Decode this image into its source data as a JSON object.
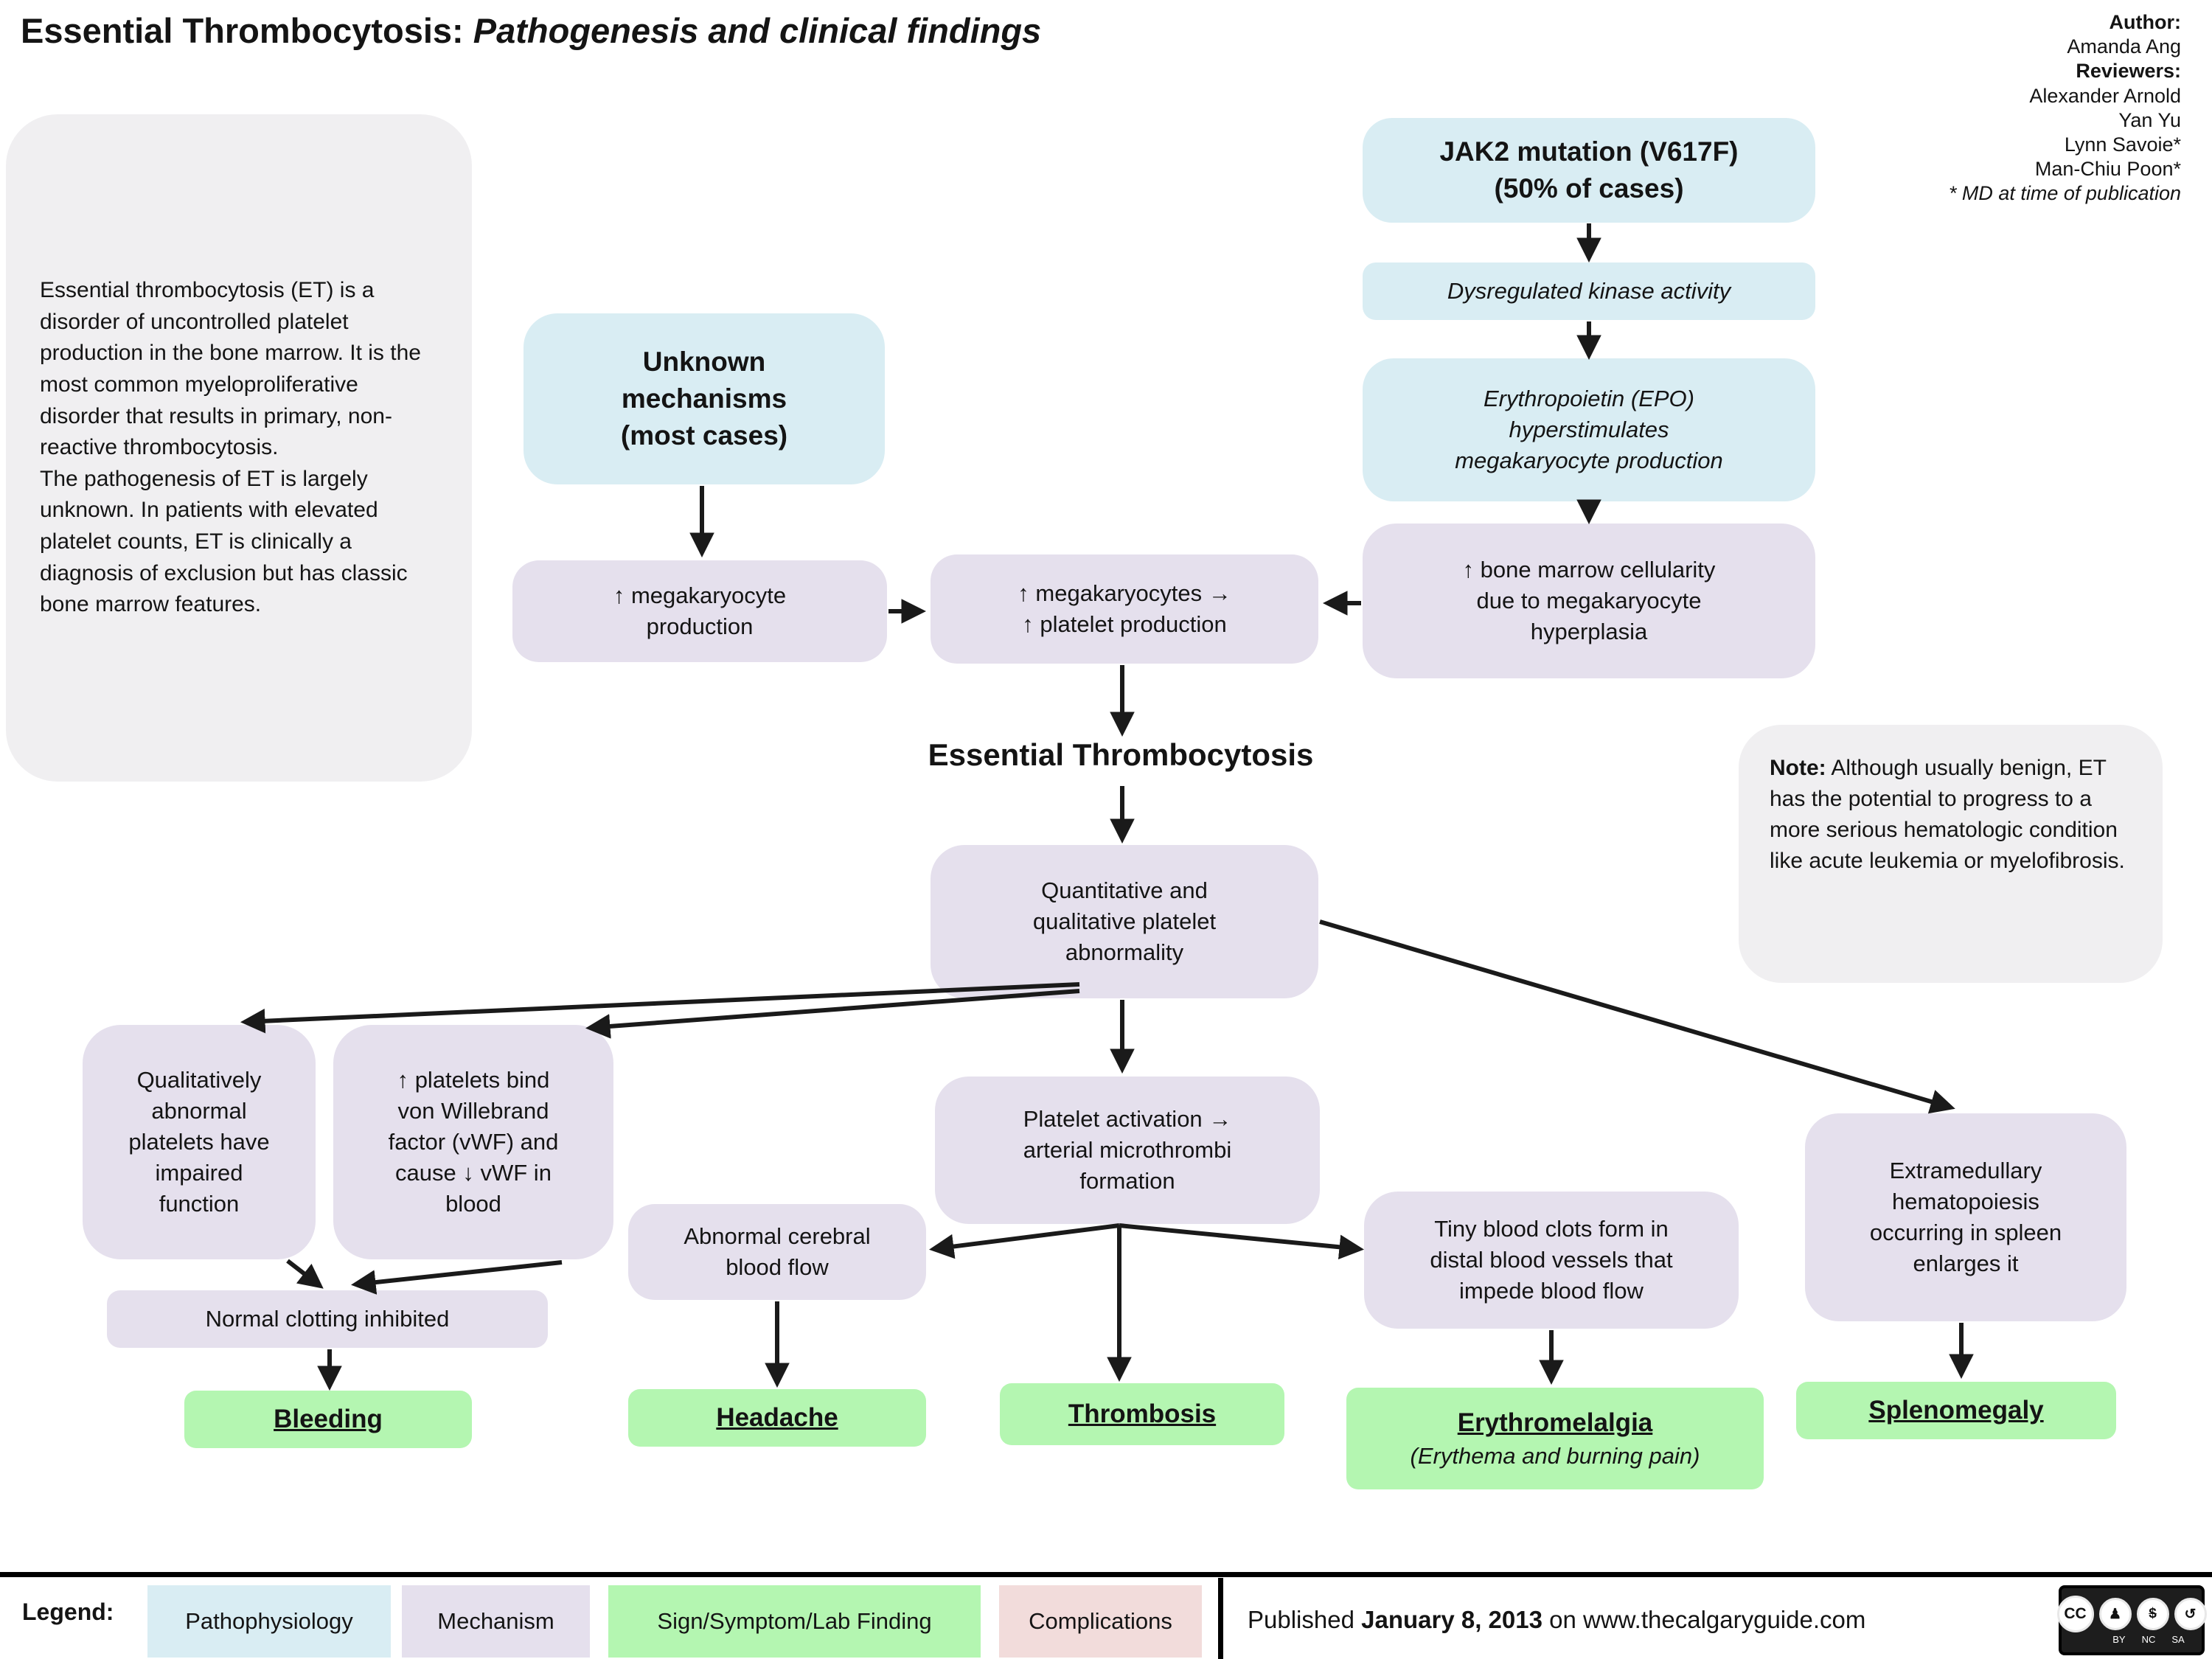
{
  "title": {
    "main": "Essential Thrombocytosis: ",
    "subtitle": "Pathogenesis and clinical findings"
  },
  "credits": {
    "author_label": "Author:",
    "author": "Amanda Ang",
    "reviewers_label": "Reviewers:",
    "reviewers": [
      "Alexander Arnold",
      "Yan Yu",
      "Lynn Savoie*",
      "Man-Chiu Poon*"
    ],
    "footnote": "* MD at time of publication"
  },
  "intro": {
    "text": "Essential thrombocytosis (ET) is a disorder of uncontrolled platelet production in the bone marrow. It is the most common myeloproliferative disorder that results in primary, non-reactive thrombocytosis.\nThe pathogenesis of ET is largely unknown. In patients with elevated platelet counts, ET is clinically a diagnosis of exclusion but has classic bone marrow features."
  },
  "note": {
    "label": "Note:",
    "text": " Although usually benign, ET has the potential to progress to a more serious hematologic condition like acute leukemia or myelofibrosis."
  },
  "heading": "Essential Thrombocytosis",
  "nodes": {
    "jak2": {
      "label": "JAK2 mutation (V617F)\n(50% of cases)"
    },
    "dysregulated": {
      "label": "Dysregulated kinase activity"
    },
    "epo": {
      "label": "Erythropoietin (EPO)\nhyperstimulates\nmegakaryocyte production"
    },
    "bone_marrow": {
      "label": "↑ bone marrow cellularity\ndue to megakaryocyte\nhyperplasia"
    },
    "unknown": {
      "label": "Unknown\nmechanisms\n(most cases)"
    },
    "mega_production": {
      "label": "↑ megakaryocyte\nproduction"
    },
    "mega_platelet": {
      "label": "↑ megakaryocytes →\n↑ platelet production"
    },
    "quantitative": {
      "label": "Quantitative and\nqualitative platelet\nabnormality"
    },
    "qualitative_abnormal": {
      "label": "Qualitatively\nabnormal\nplatelets have\nimpaired\nfunction"
    },
    "platelets_bind_vwf": {
      "label": "↑ platelets bind\nvon Willebrand\nfactor (vWF) and\ncause ↓ vWF in\nblood"
    },
    "normal_clotting": {
      "label": "Normal clotting inhibited"
    },
    "bleeding": {
      "label": "Bleeding"
    },
    "platelet_activation": {
      "label": "Platelet activation →\narterial microthrombi\nformation"
    },
    "abnormal_cerebral": {
      "label": "Abnormal cerebral\nblood flow"
    },
    "headache": {
      "label": "Headache"
    },
    "thrombosis": {
      "label": "Thrombosis"
    },
    "tiny_clots": {
      "label": "Tiny blood clots form in\ndistal blood vessels that\nimpede blood flow"
    },
    "erythromelalgia": {
      "label": "Erythromelalgia",
      "sublabel": "(Erythema and burning pain)"
    },
    "extramedullary": {
      "label": "Extramedullary\nhematopoiesis\noccurring in spleen\nenlarges it"
    },
    "splenomegaly": {
      "label": "Splenomegaly"
    }
  },
  "legend": {
    "label": "Legend:",
    "items": [
      {
        "label": "Pathophysiology",
        "color": "#d9edf3"
      },
      {
        "label": "Mechanism",
        "color": "#e5e0ed"
      },
      {
        "label": "Sign/Symptom/Lab Finding",
        "color": "#b4f6b1"
      },
      {
        "label": "Complications",
        "color": "#f2dcdb"
      }
    ]
  },
  "footer": {
    "published_prefix": "Published ",
    "published_date": "January 8, 2013",
    "published_suffix": " on www.thecalgaryguide.com"
  },
  "license": {
    "cc": "CC",
    "by_glyph": "♟",
    "nc_glyph": "$",
    "sa_glyph": "↺",
    "by": "BY",
    "nc": "NC",
    "sa": "SA"
  },
  "colors": {
    "pathophysiology": "#d9edf3",
    "mechanism": "#e5e0ed",
    "sign_symptom": "#b4f6b1",
    "complications": "#f2dcdb",
    "note_gray": "#f0eff1",
    "text": "#141414"
  }
}
